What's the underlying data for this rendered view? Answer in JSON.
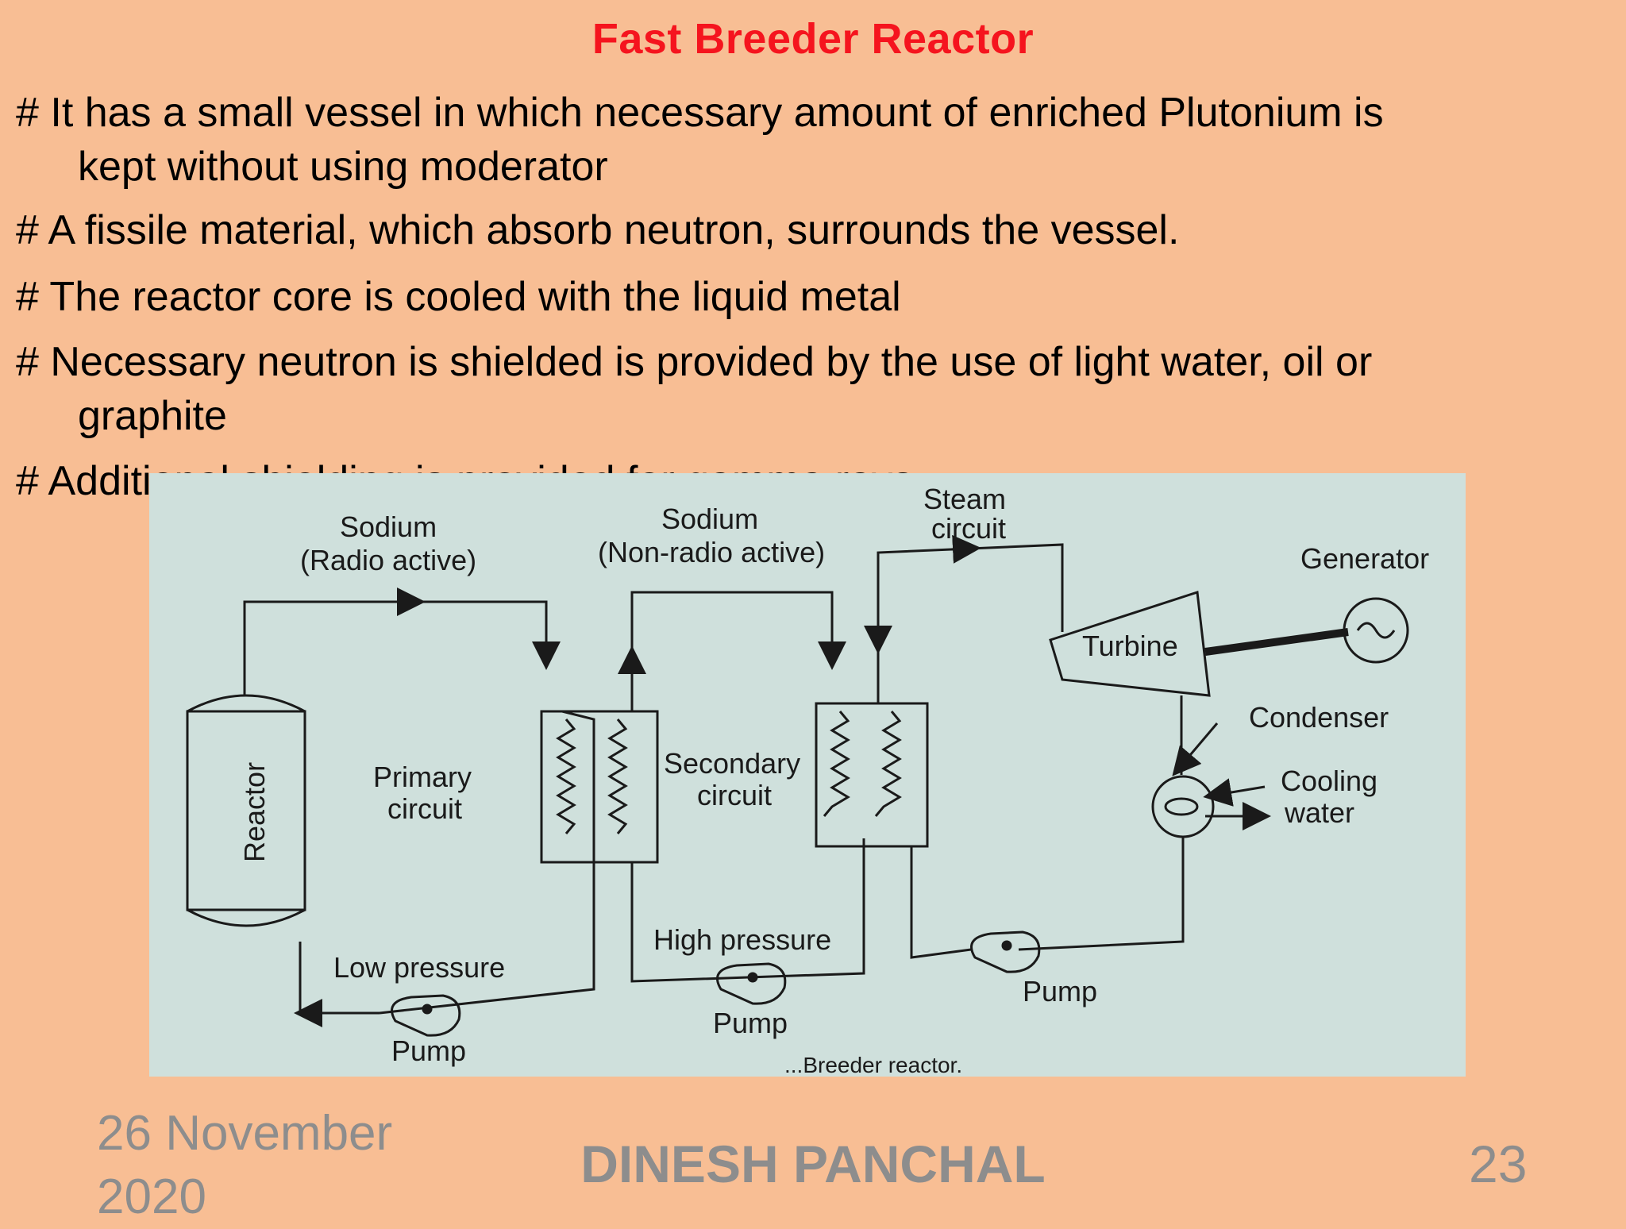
{
  "slide": {
    "title": "Fast Breeder Reactor",
    "bullets": [
      {
        "line1": "#  It has a small vessel in which necessary amount of enriched Plutonium is",
        "line2": "kept without using moderator"
      },
      {
        "line1": "#  A fissile material, which absorb neutron, surrounds the vessel.",
        "line2": ""
      },
      {
        "line1": "#  The reactor core is cooled with the liquid metal",
        "line2": ""
      },
      {
        "line1": "# Necessary neutron is shielded is provided by the use of light water, oil or",
        "line2": "graphite"
      },
      {
        "line1": "#  Additional shielding is provided for gamma rays",
        "line2": ""
      }
    ],
    "footer": {
      "date": "26 November 2020",
      "author": "DINESH PANCHAL",
      "page": "23"
    }
  },
  "diagram": {
    "labels": {
      "sodium_radio": "Sodium",
      "sodium_radio_sub": "(Radio active)",
      "sodium_nonradio": "Sodium",
      "sodium_nonradio_sub": "(Non-radio active)",
      "steam": "Steam",
      "steam_sub": "circuit",
      "generator": "Generator",
      "turbine": "Turbine",
      "condenser": "Condenser",
      "cooling": "Cooling",
      "cooling_sub": "water",
      "reactor": "Reactor",
      "primary": "Primary",
      "primary_sub": "circuit",
      "secondary": "Secondary",
      "secondary_sub": "circuit",
      "low_pressure": "Low pressure",
      "high_pressure": "High pressure",
      "pump1": "Pump",
      "pump2": "Pump",
      "pump3": "Pump",
      "caption_fragment": "...Breeder reactor."
    }
  }
}
